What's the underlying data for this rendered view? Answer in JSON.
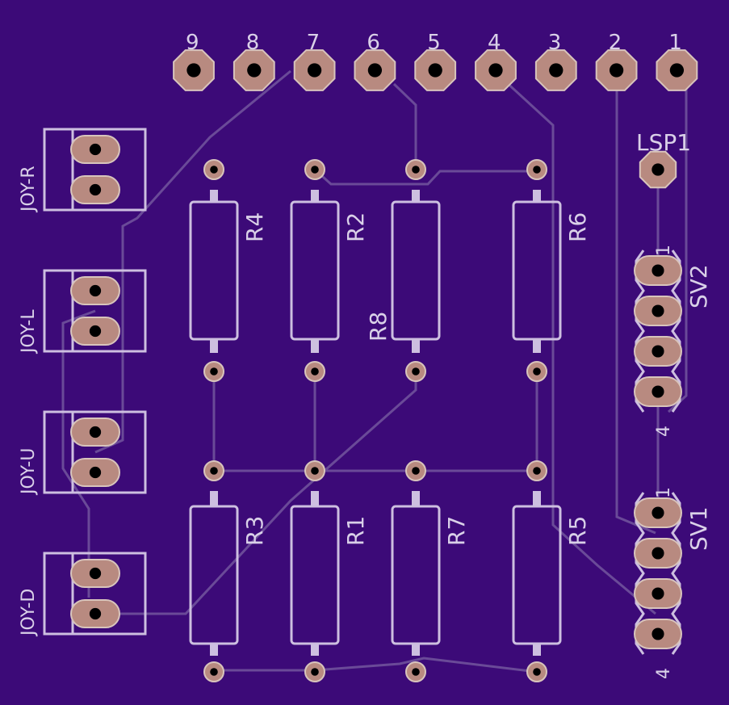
{
  "header_pins": [
    "9",
    "8",
    "7",
    "6",
    "5",
    "4",
    "3",
    "2",
    "1"
  ],
  "joysticks": [
    "JOY-R",
    "JOY-L",
    "JOY-U",
    "JOY-D"
  ],
  "resistors_top": [
    "R4",
    "R2",
    "R8",
    "R6"
  ],
  "resistors_bottom": [
    "R3",
    "R1",
    "R7",
    "R5"
  ],
  "speaker": "LSP1",
  "connectors": [
    {
      "name": "SV2",
      "pin_first": "1",
      "pin_last": "4"
    },
    {
      "name": "SV1",
      "pin_first": "1",
      "pin_last": "4"
    }
  ],
  "colors": {
    "board": "#3c0a78",
    "silkscreen": "#cdbfe0",
    "pad": "#b88a80",
    "pad_ring": "#d8c4bc",
    "trace": "#6a4a98",
    "background": "#000000"
  }
}
